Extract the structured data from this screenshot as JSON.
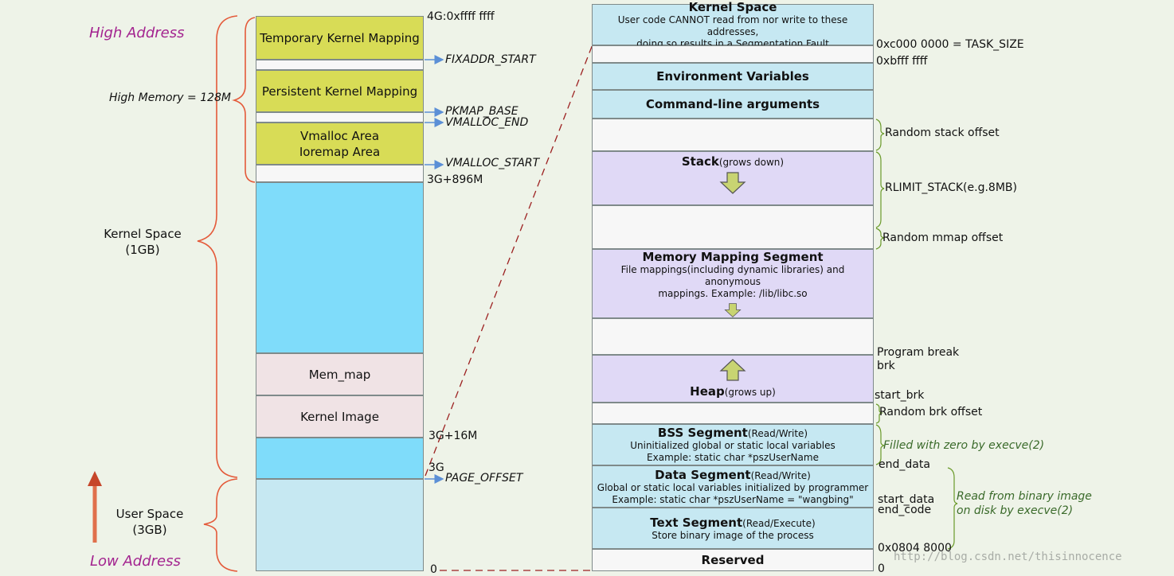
{
  "left": {
    "high_address": "High Address",
    "low_address": "Low Address",
    "high_memory": "High Memory = 128M",
    "kernel_space": [
      "Kernel Space",
      "(1GB)"
    ],
    "user_space": [
      "User Space",
      "(3GB)"
    ],
    "blocks": {
      "temporary": "Temporary Kernel Mapping",
      "persistent": "Persistent Kernel Mapping",
      "vmalloc": "Vmalloc Area",
      "ioremap": "Ioremap Area",
      "mem_map": "Mem_map",
      "kernel_image": "Kernel Image"
    },
    "labels": {
      "top": "4G:0xffff ffff",
      "fixaddr": "FIXADDR_START",
      "pkmap": "PKMAP_BASE",
      "vmalloc_end": "VMALLOC_END",
      "vmalloc_start": "VMALLOC_START",
      "g896": "3G+896M",
      "g16": "3G+16M",
      "g3": "3G",
      "page_offset": "PAGE_OFFSET",
      "zero": "0"
    }
  },
  "right": {
    "kernel_space": {
      "title": "Kernel Space",
      "l1": "User code CANNOT read from nor write to these addresses,",
      "l2": "doing so results in a Segmentation Fault"
    },
    "env": "Environment Variables",
    "cmdline": "Command-line arguments",
    "stack": {
      "title": "Stack",
      "note": "(grows down)"
    },
    "mmap": {
      "title": "Memory Mapping Segment",
      "l1": "File mappings(including dynamic libraries) and anonymous",
      "l2": "mappings. Example: /lib/libc.so"
    },
    "heap": {
      "title": "Heap",
      "note": "(grows up)"
    },
    "bss": {
      "title": "BSS Segment",
      "note": "(Read/Write)",
      "l1": "Uninitialized global or static local variables",
      "l2": "Example: static char *pszUserName"
    },
    "data": {
      "title": "Data Segment",
      "note": "(Read/Write)",
      "l1": "Global or static local variables initialized by programmer",
      "l2": "Example: static char *pszUserName = \"wangbing\""
    },
    "text": {
      "title": "Text Segment",
      "note": "(Read/Execute)",
      "l1": "Store binary image of the process"
    },
    "reserved": "Reserved",
    "labels": {
      "task_size": "0xc000 0000 = TASK_SIZE",
      "bfff": "0xbfff ffff",
      "rand_stack": "Random stack offset",
      "rlimit": "RLIMIT_STACK(e.g.8MB)",
      "rand_mmap": "Random mmap offset",
      "prog_break": "Program break",
      "brk": "brk",
      "start_brk": "start_brk",
      "rand_brk": "Random brk offset",
      "filled": "Filled with zero by execve(2)",
      "end_data": "end_data",
      "start_data": "start_data",
      "end_code": "end_code",
      "read_from1": "Read from binary image",
      "read_from2": "on disk by execve(2)",
      "addr_0804": "0x0804 8000",
      "zero": "0"
    }
  },
  "watermark": "http://blog.csdn.net/thisinnocence",
  "colors": {
    "background": "#eef3e8",
    "yellow": "#d8dc56",
    "bright_blue": "#7fdcfa",
    "pale_blue": "#c6e8f2",
    "pink": "#f0e3e5",
    "white": "#f7f7f7",
    "lavender": "#e0d9f6",
    "magenta": "#a3238f",
    "red_orange": "#c0502f",
    "dark_red": "#9c2020"
  }
}
